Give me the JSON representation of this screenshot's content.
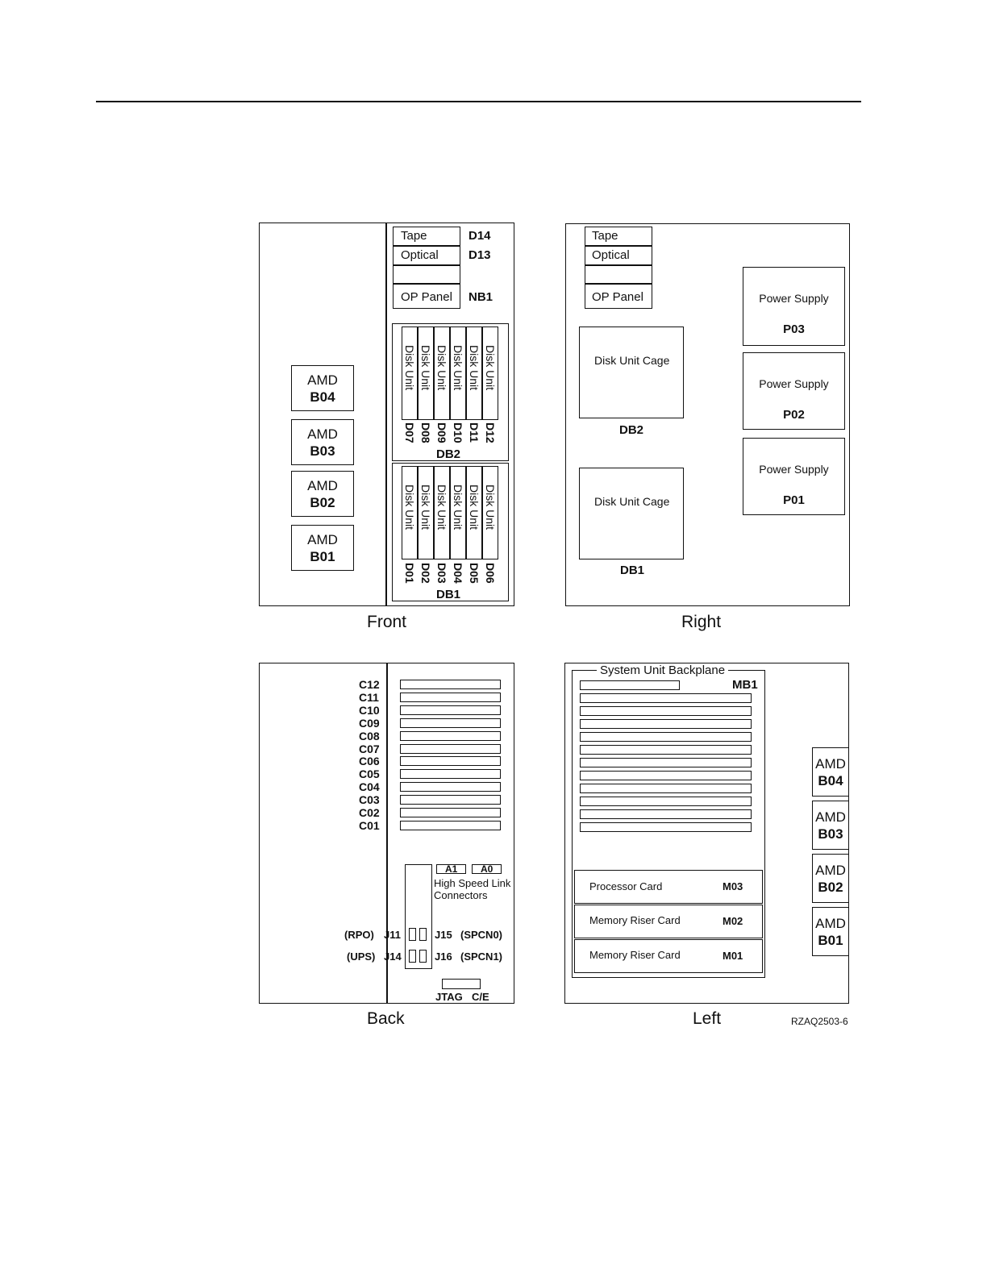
{
  "front": {
    "caption": "Front",
    "amd": [
      {
        "l1": "AMD",
        "l2": "B04"
      },
      {
        "l1": "AMD",
        "l2": "B03"
      },
      {
        "l1": "AMD",
        "l2": "B02"
      },
      {
        "l1": "AMD",
        "l2": "B01"
      }
    ],
    "bays": {
      "tape": "Tape",
      "optical": "Optical",
      "op_panel": "OP Panel",
      "d14": "D14",
      "d13": "D13",
      "nb1": "NB1"
    },
    "db2": {
      "label": "DB2",
      "units": [
        "Disk Unit",
        "Disk Unit",
        "Disk Unit",
        "Disk Unit",
        "Disk Unit",
        "Disk Unit"
      ],
      "ids": [
        "D07",
        "D08",
        "D09",
        "D10",
        "D11",
        "D12"
      ]
    },
    "db1": {
      "label": "DB1",
      "units": [
        "Disk Unit",
        "Disk Unit",
        "Disk Unit",
        "Disk Unit",
        "Disk Unit",
        "Disk Unit"
      ],
      "ids": [
        "D01",
        "D02",
        "D03",
        "D04",
        "D05",
        "D06"
      ]
    }
  },
  "right": {
    "caption": "Right",
    "tape": "Tape",
    "optical": "Optical",
    "op_panel": "OP Panel",
    "cage_top": "Disk Unit Cage",
    "cage_top_id": "DB2",
    "cage_bottom": "Disk Unit Cage",
    "cage_bottom_id": "DB1",
    "power": [
      {
        "label": "Power Supply",
        "id": "P03"
      },
      {
        "label": "Power Supply",
        "id": "P02"
      },
      {
        "label": "Power Supply",
        "id": "P01"
      }
    ]
  },
  "back": {
    "caption": "Back",
    "slots": [
      "C12",
      "C11",
      "C10",
      "C09",
      "C08",
      "C07",
      "C06",
      "C05",
      "C04",
      "C03",
      "C02",
      "C01"
    ],
    "a1": "A1",
    "a0": "A0",
    "hsl_line1": "High Speed Link",
    "hsl_line2": "Connectors",
    "rpo": "(RPO)",
    "j11": "J11",
    "j15": "J15",
    "spcn0": "(SPCN0)",
    "ups": "(UPS)",
    "j14": "J14",
    "j16": "J16",
    "spcn1": "(SPCN1)",
    "jtag": "JTAG",
    "ce": "C/E"
  },
  "left": {
    "caption": "Left",
    "backplane_title": "System Unit Backplane",
    "mb1": "MB1",
    "cards": [
      {
        "label": "Processor Card",
        "id": "M03"
      },
      {
        "label": "Memory Riser Card",
        "id": "M02"
      },
      {
        "label": "Memory Riser Card",
        "id": "M01"
      }
    ],
    "amd": [
      {
        "l1": "AMD",
        "l2": "B04"
      },
      {
        "l1": "AMD",
        "l2": "B03"
      },
      {
        "l1": "AMD",
        "l2": "B02"
      },
      {
        "l1": "AMD",
        "l2": "B01"
      }
    ]
  },
  "figure_id": "RZAQ2503-6"
}
